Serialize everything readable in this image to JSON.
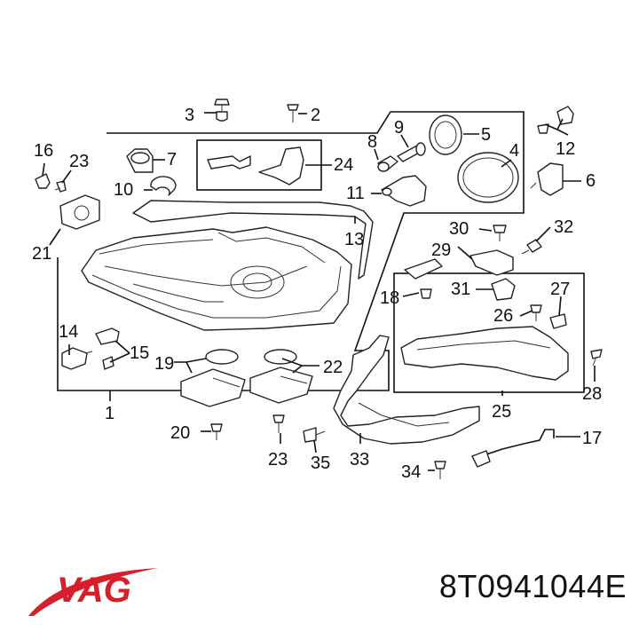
{
  "callouts": {
    "c1": "1",
    "c2": "2",
    "c3": "3",
    "c4": "4",
    "c5": "5",
    "c6": "6",
    "c7": "7",
    "c8": "8",
    "c9": "9",
    "c10": "10",
    "c11": "11",
    "c12": "12",
    "c13": "13",
    "c14": "14",
    "c15": "15",
    "c16": "16",
    "c17": "17",
    "c18": "18",
    "c19": "19",
    "c20": "20",
    "c21": "21",
    "c22": "22",
    "c23a": "23",
    "c23b": "23",
    "c24": "24",
    "c25": "25",
    "c26": "26",
    "c27": "27",
    "c28": "28",
    "c29": "29",
    "c30": "30",
    "c31": "31",
    "c32": "32",
    "c33": "33",
    "c34": "34",
    "c35": "35"
  },
  "brand": {
    "logo_text": "VAG",
    "logo_color": "#d5202b"
  },
  "part_number": "8T0941044E"
}
